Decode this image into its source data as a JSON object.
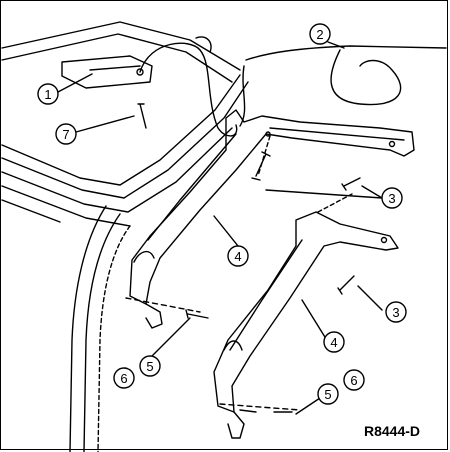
{
  "figure_id": "R8444-D",
  "callouts": [
    "1",
    "2",
    "3",
    "3",
    "4",
    "4",
    "5",
    "5",
    "6",
    "6",
    "7"
  ]
}
